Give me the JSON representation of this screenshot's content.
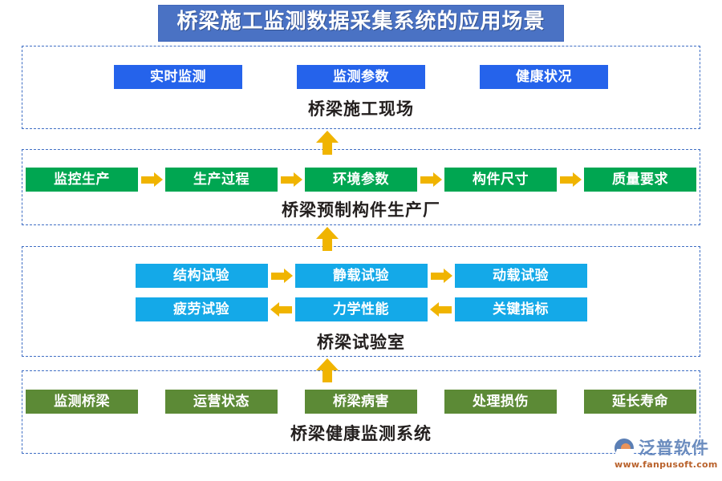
{
  "title": {
    "text": "桥梁施工监测数据采集系统的应用场景",
    "banner_color": "#4a72c4",
    "text_color": "#ffffff"
  },
  "sections": [
    {
      "id": "section-1",
      "label": "桥梁施工现场",
      "box_color": "#2563eb",
      "rows": [
        {
          "connector": "none",
          "boxes": [
            "实时监测",
            "监测参数",
            "健康状况"
          ]
        }
      ]
    },
    {
      "id": "section-2",
      "label": "桥梁预制构件生产厂",
      "box_color": "#00a651",
      "rows": [
        {
          "connector": "arrow-right",
          "boxes": [
            "监控生产",
            "生产过程",
            "环境参数",
            "构件尺寸",
            "质量要求"
          ]
        }
      ]
    },
    {
      "id": "section-3",
      "label": "桥梁试验室",
      "box_color": "#14a9e8",
      "rows": [
        {
          "connector": "arrow-right",
          "boxes": [
            "结构试验",
            "静载试验",
            "动载试验"
          ]
        },
        {
          "connector": "arrow-left",
          "boxes": [
            "疲劳试验",
            "力学性能",
            "关键指标"
          ]
        }
      ]
    },
    {
      "id": "section-4",
      "label": "桥梁健康监测系统",
      "box_color": "#5c8a36",
      "rows": [
        {
          "connector": "none",
          "boxes": [
            "监测桥梁",
            "运营状态",
            "桥梁病害",
            "处理损伤",
            "延长寿命"
          ]
        }
      ]
    }
  ],
  "connectors": {
    "color": "#f0b400",
    "vertical_direction": "up",
    "count": 3
  },
  "logo": {
    "icon": "fanpu-circle-logo",
    "name": "泛普软件",
    "url": "www.fanpusoft.com",
    "name_color": "#6b8cbe",
    "url_color": "#b9622c"
  }
}
